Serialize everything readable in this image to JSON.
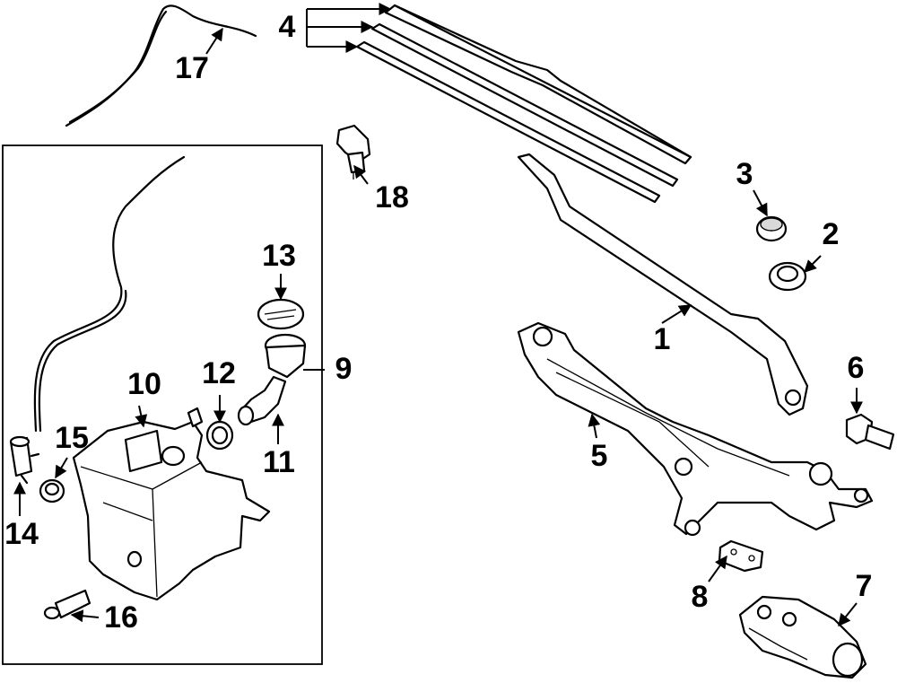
{
  "callouts": {
    "c1": "1",
    "c2": "2",
    "c3": "3",
    "c4": "4",
    "c5": "5",
    "c6": "6",
    "c7": "7",
    "c8": "8",
    "c9": "9",
    "c10": "10",
    "c11": "11",
    "c12": "12",
    "c13": "13",
    "c14": "14",
    "c15": "15",
    "c16": "16",
    "c17": "17",
    "c18": "18"
  },
  "colors": {
    "line": "#000000",
    "background": "#ffffff",
    "shade": "#d9d9d9"
  }
}
